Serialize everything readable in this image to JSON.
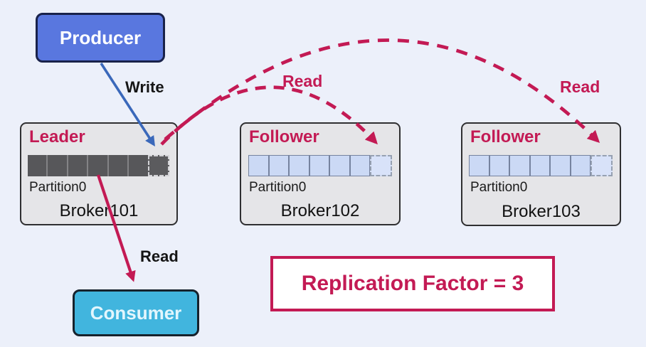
{
  "diagram_title": "Kafka partition replication diagram",
  "colors": {
    "background": "#ECF0FA",
    "accent_crimson": "#C31A54",
    "producer_fill": "#5977DF",
    "consumer_fill": "#41B5DE",
    "broker_fill": "#E5E5E8",
    "leader_cell_fill": "#57575A",
    "follower_cell_fill": "#CBD9F5",
    "write_arrow": "#3A68BA"
  },
  "producer": {
    "label": "Producer"
  },
  "consumer": {
    "label": "Consumer"
  },
  "brokers": [
    {
      "role": "Leader",
      "partition_label": "Partition0",
      "name": "Broker101",
      "variant": "leader",
      "cells_total": 7,
      "cells_solid": 6
    },
    {
      "role": "Follower",
      "partition_label": "Partition0",
      "name": "Broker102",
      "variant": "follower",
      "cells_total": 7,
      "cells_solid": 6
    },
    {
      "role": "Follower",
      "partition_label": "Partition0",
      "name": "Broker103",
      "variant": "follower",
      "cells_total": 7,
      "cells_solid": 6
    }
  ],
  "edges": {
    "write_label": "Write",
    "read_consumer_label": "Read",
    "read_follower1_label": "Read",
    "read_follower2_label": "Read"
  },
  "banner": {
    "text": "Replication Factor = 3"
  }
}
